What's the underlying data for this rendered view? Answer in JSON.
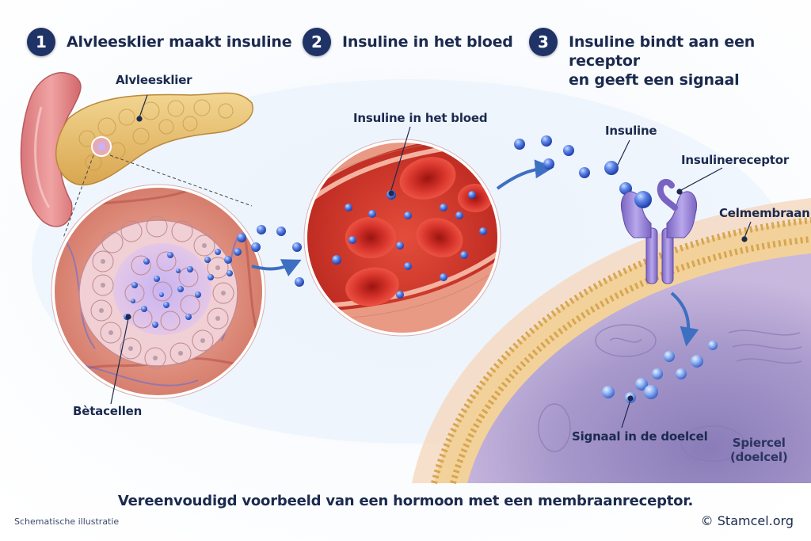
{
  "steps": [
    {
      "number": "1",
      "title": "Alvleesklier maakt insuline"
    },
    {
      "number": "2",
      "title": "Insuline in het bloed"
    },
    {
      "number": "3",
      "title": "Insuline bindt aan een receptor\nen geeft een signaal"
    }
  ],
  "labels": {
    "pancreas": "Alvleesklier",
    "beta_cells": "Bètacellen",
    "blood": "Insuline in het bloed",
    "insulin": "Insuline",
    "receptor": "Insulinereceptor",
    "membrane": "Celmembraan",
    "signal": "Signaal in de doelcel",
    "target_cell": "Spiercel\n(doelcel)"
  },
  "caption": "Vereenvoudigd voorbeeld van een hormoon met een membraanreceptor.",
  "footer": {
    "left": "Schematische illustratie",
    "right": "© Stamcel.org"
  },
  "colors": {
    "badge": "#1f3366",
    "text": "#1b2a4e",
    "insulin": "#3f66d8",
    "blood_cell": "#d2302a",
    "receptor": "#9b86d4",
    "pancreas": "#e8c06a",
    "membrane": "#e9c983"
  }
}
